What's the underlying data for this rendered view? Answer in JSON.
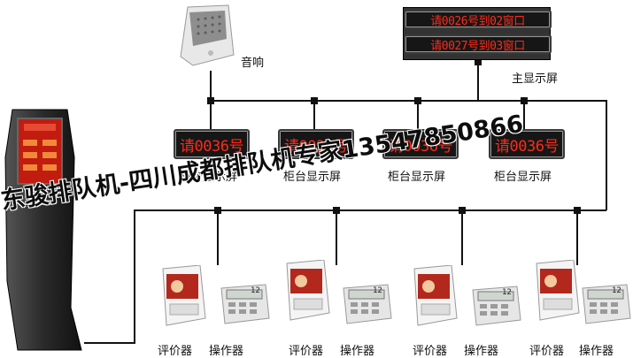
{
  "speaker": {
    "label": "音响"
  },
  "main_display": {
    "label": "主显示屏",
    "lines": [
      "请0026号到02窗口",
      "请0027号到03窗口"
    ]
  },
  "counter_displays": [
    {
      "text": "请0036号",
      "label": "柜台显示屏"
    },
    {
      "text": "请0036号",
      "label": "柜台显示屏"
    },
    {
      "text": "请0036号",
      "label": "柜台显示屏"
    },
    {
      "text": "请0036号",
      "label": "柜台显示屏"
    }
  ],
  "stations": [
    {
      "evaluator_label": "评价器",
      "keypad_label": "操作器"
    },
    {
      "evaluator_label": "评价器",
      "keypad_label": "操作器"
    },
    {
      "evaluator_label": "评价器",
      "keypad_label": "操作器"
    },
    {
      "evaluator_label": "评价器",
      "keypad_label": "操作器"
    }
  ],
  "keypad_digit": "12",
  "watermark": "东骏排队机-四川成都排队机专家13547850866",
  "colors": {
    "led_text": "#ff2a1a",
    "wire": "#111111",
    "node": "#111111"
  }
}
